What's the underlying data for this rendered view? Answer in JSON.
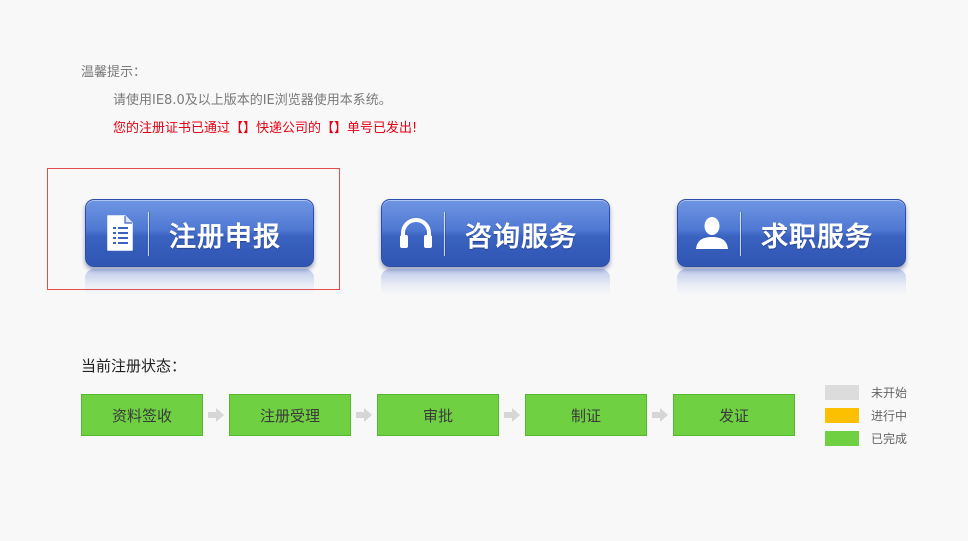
{
  "notice": {
    "title": "温馨提示：",
    "browser_tip": "请使用IE8.0及以上版本的IE浏览器使用本系统。",
    "shipping_tip": "您的注册证书已通过【】快递公司的【】单号已发出!"
  },
  "services": [
    {
      "label": "注册申报",
      "icon": "document-icon"
    },
    {
      "label": "咨询服务",
      "icon": "headphones-icon"
    },
    {
      "label": "求职服务",
      "icon": "user-icon"
    }
  ],
  "status": {
    "title": "当前注册状态：",
    "steps": [
      {
        "label": "资料签收",
        "state": "done"
      },
      {
        "label": "注册受理",
        "state": "done"
      },
      {
        "label": "审批",
        "state": "done"
      },
      {
        "label": "制证",
        "state": "done"
      },
      {
        "label": "发证",
        "state": "done"
      }
    ]
  },
  "legend": [
    {
      "label": "未开始",
      "color": "#dcdcdc"
    },
    {
      "label": "进行中",
      "color": "#fcc000"
    },
    {
      "label": "已完成",
      "color": "#6fd042"
    }
  ],
  "colors": {
    "button_blue": "#3a62c0",
    "step_done": "#6fd042",
    "alert_red": "#e60012",
    "arrow_gray": "#d6d6d6"
  }
}
